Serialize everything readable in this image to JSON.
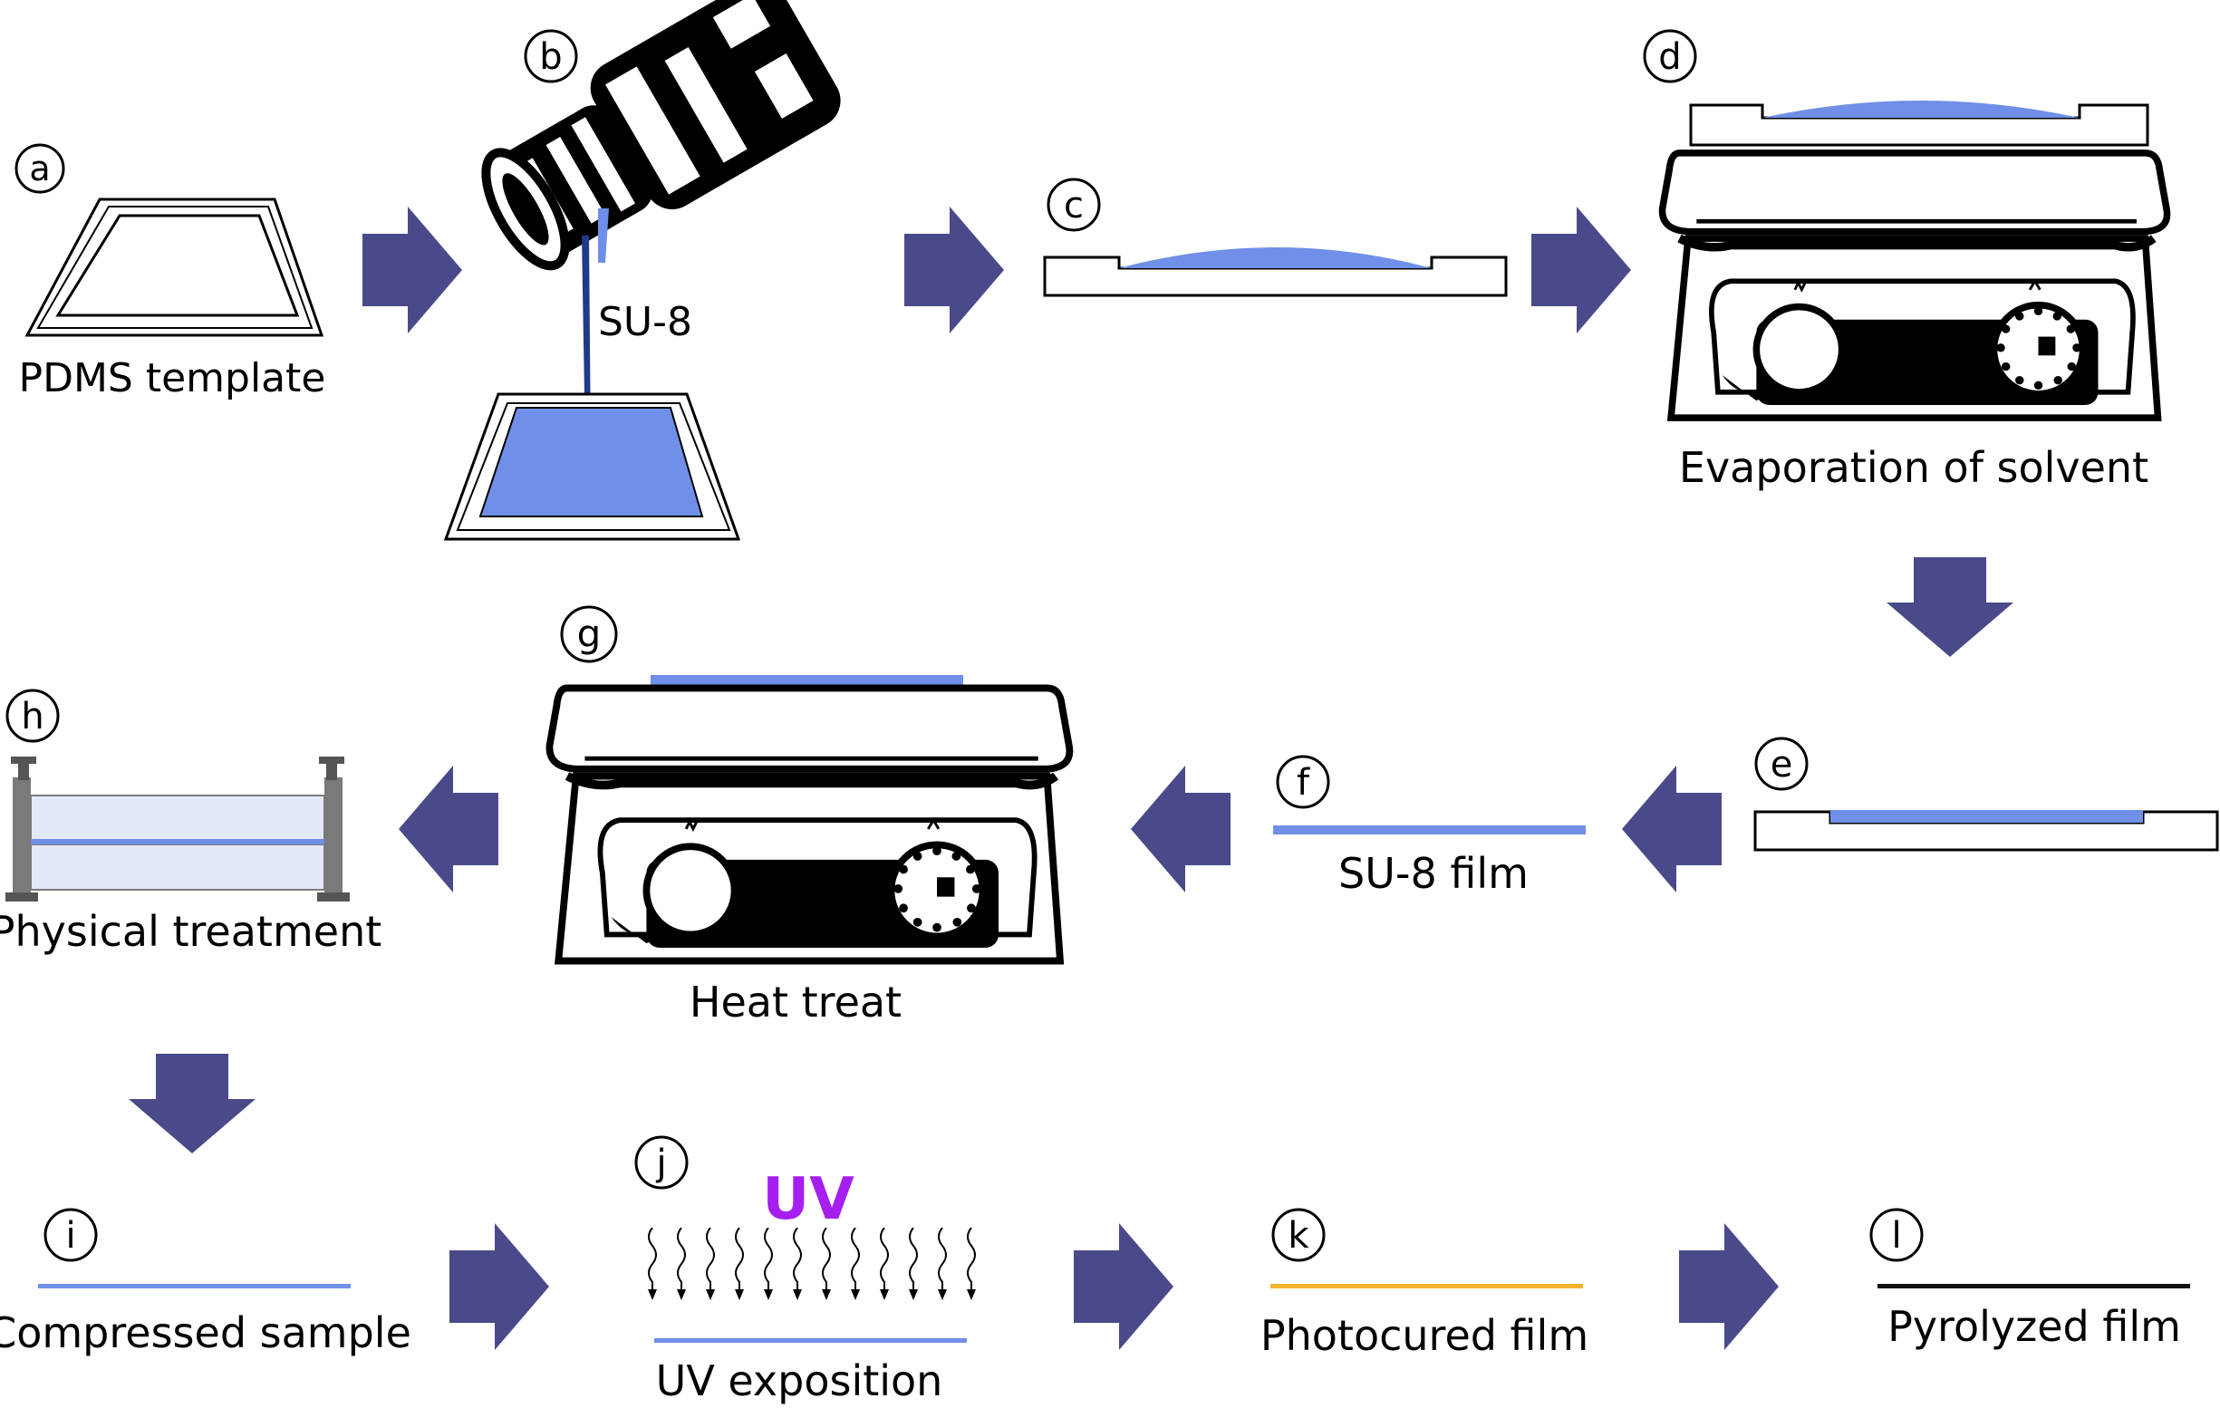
{
  "colors": {
    "arrow": "#4a4a8a",
    "su8_blue": "#6f8fe8",
    "photocured": "#f0b52a",
    "pyrolyzed": "#111111",
    "uv_text": "#a61ef0",
    "press_fill": "#e4e8fb",
    "press_frame": "#7a7a7a"
  },
  "steps": [
    {
      "letter": "a",
      "caption": "PDMS template"
    },
    {
      "letter": "b",
      "caption": "SU-8"
    },
    {
      "letter": "c",
      "caption": ""
    },
    {
      "letter": "d",
      "caption": "Evaporation of solvent"
    },
    {
      "letter": "e",
      "caption": ""
    },
    {
      "letter": "f",
      "caption": "SU-8 film"
    },
    {
      "letter": "g",
      "caption": "Heat treat"
    },
    {
      "letter": "h",
      "caption": "Physical treatment"
    },
    {
      "letter": "i",
      "caption": "Compressed sample"
    },
    {
      "letter": "j",
      "caption": "UV exposition"
    },
    {
      "letter": "k",
      "caption": "Photocured film"
    },
    {
      "letter": "l",
      "caption": "Pyrolyzed film"
    }
  ],
  "uv_label": "UV",
  "icons": [
    "bottle-icon",
    "hot-plate-icon",
    "press-icon",
    "flow-arrow-icon",
    "uv-rays-icon"
  ]
}
